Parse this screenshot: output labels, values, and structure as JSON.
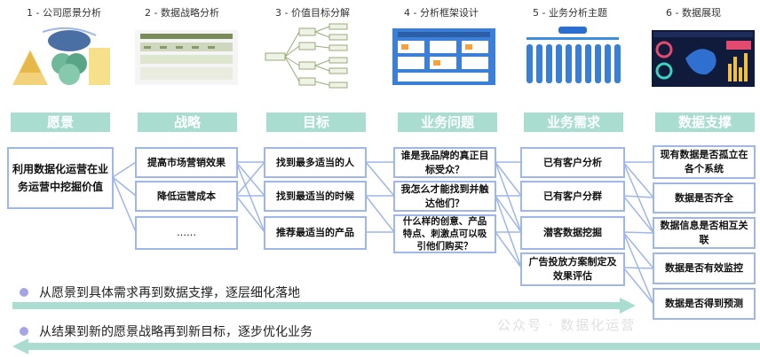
{
  "steps": [
    {
      "num": "1",
      "title": "公司愿景分析",
      "header": "愿景"
    },
    {
      "num": "2",
      "title": "数据战略分析",
      "header": "战略"
    },
    {
      "num": "3",
      "title": "价值目标分解",
      "header": "目标"
    },
    {
      "num": "4",
      "title": "分析框架设计",
      "header": "业务问题"
    },
    {
      "num": "5",
      "title": "业务分析主题",
      "header": "业务需求"
    },
    {
      "num": "6",
      "title": "数据展现",
      "header": "数据支撑"
    }
  ],
  "col_vision": [
    "利用数据化运营在业务运营中挖掘价值"
  ],
  "col_strategy": [
    "提高市场营销效果",
    "降低运营成本",
    "……"
  ],
  "col_goal": [
    "找到最多适当的人",
    "找到最适当的时候",
    "推荐最适当的产品"
  ],
  "col_problem": [
    "谁是我品牌的真正目标受众？",
    "我怎么才能找到并触达他们？",
    "什么样的创意、产品特点、刺激点可以吸引他们购买？"
  ],
  "col_demand": [
    "已有客户分析",
    "已有客户分群",
    "潜客数据挖掘",
    "广告投放方案制定及效果评估"
  ],
  "col_data": [
    "现有数据是否孤立在各个系统",
    "数据是否齐全",
    "数据信息是否相互关联",
    "数据是否有效监控",
    "数据是否得到预测"
  ],
  "bottom": {
    "forward": "从愿景到具体需求再到数据支撑，逐层细化落地",
    "backward": "从结果到新的愿景战略再到新目标，逐步优化业务",
    "watermark": "公众号 · 数据化运营"
  },
  "colors": {
    "header": "#a8ddd0",
    "box_border": "#9fb6e8",
    "arrow": "#a8ddd0",
    "bullet": "#a5a5e6"
  }
}
